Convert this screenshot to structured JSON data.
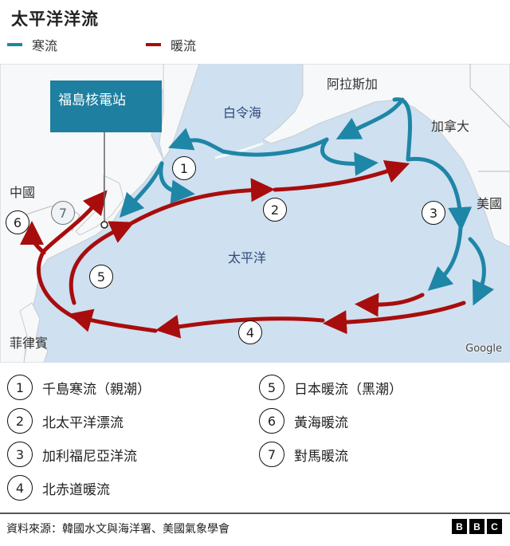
{
  "title": "太平洋洋流",
  "legend": {
    "cold": {
      "label": "寒流",
      "color": "#1e86a6"
    },
    "warm": {
      "label": "暖流",
      "color": "#a80d0d"
    }
  },
  "map": {
    "callout": "福島核電站",
    "land_labels": {
      "china": "中國",
      "philippines": "菲律賓",
      "alaska": "阿拉斯加",
      "canada": "加拿大",
      "usa": "美國"
    },
    "sea_labels": {
      "bering": "白令海",
      "pacific": "太平洋"
    },
    "attribution": "Google",
    "markers": [
      "1",
      "2",
      "3",
      "4",
      "5",
      "6",
      "7"
    ]
  },
  "key": [
    {
      "num": "1",
      "label": "千島寒流（親潮）"
    },
    {
      "num": "2",
      "label": "北太平洋漂流"
    },
    {
      "num": "3",
      "label": "加利福尼亞洋流"
    },
    {
      "num": "4",
      "label": "北赤道暖流"
    },
    {
      "num": "5",
      "label": "日本暖流（黑潮）"
    },
    {
      "num": "6",
      "label": "黃海暖流"
    },
    {
      "num": "7",
      "label": "對馬暖流"
    }
  ],
  "footer": {
    "source": "資料來源：韓國水文與海洋署、美國氣象學會",
    "logo": [
      "B",
      "B",
      "C"
    ]
  }
}
